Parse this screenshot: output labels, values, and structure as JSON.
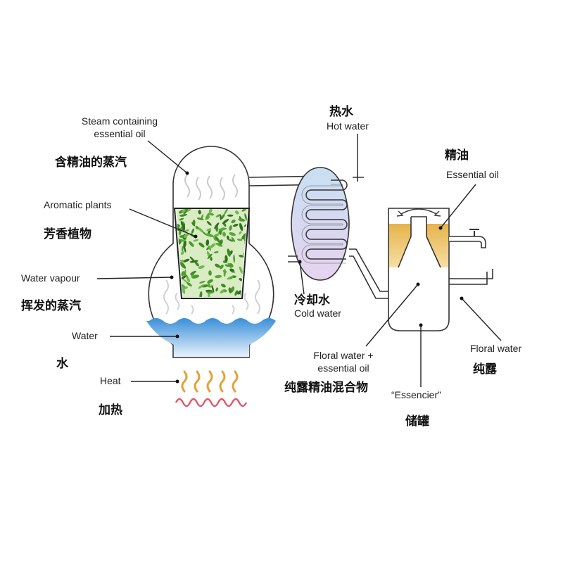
{
  "labels": {
    "steam_en": "Steam containing essential oil",
    "steam_en_line1": "Steam containing",
    "steam_en_line2": "essential oil",
    "steam_zh": "含精油的蒸汽",
    "aromatic_en": "Aromatic plants",
    "aromatic_zh": "芳香植物",
    "vapour_en": "Water vapour",
    "vapour_zh": "挥发的蒸汽",
    "water_en": "Water",
    "water_zh": "水",
    "heat_en": "Heat",
    "heat_zh": "加热",
    "hot_zh": "热水",
    "hot_en": "Hot water",
    "cold_zh": "冷却水",
    "cold_en": "Cold water",
    "oil_zh": "精油",
    "oil_en": "Essential oil",
    "mix_en_line1": "Floral water +",
    "mix_en_line2": "essential oil",
    "mix_zh": "纯露精油混合物",
    "essencier_en": "“Essencier”",
    "essencier_zh": "储罐",
    "floral_en": "Floral water",
    "floral_zh": "纯露"
  },
  "colors": {
    "water": "#3a8fd9",
    "water_light": "#e6f1fb",
    "oil": "#e6b34a",
    "leaf": "#4e9a2e",
    "flame": "#e2a23a",
    "heat_wave": "#e0566a",
    "condenser_top": "#c8dff2",
    "condenser_bottom": "#e3d2ef"
  },
  "icons": [
    "flame-icon",
    "heat-wave-icon",
    "leaves-icon",
    "tap-icon",
    "coil-icon"
  ]
}
